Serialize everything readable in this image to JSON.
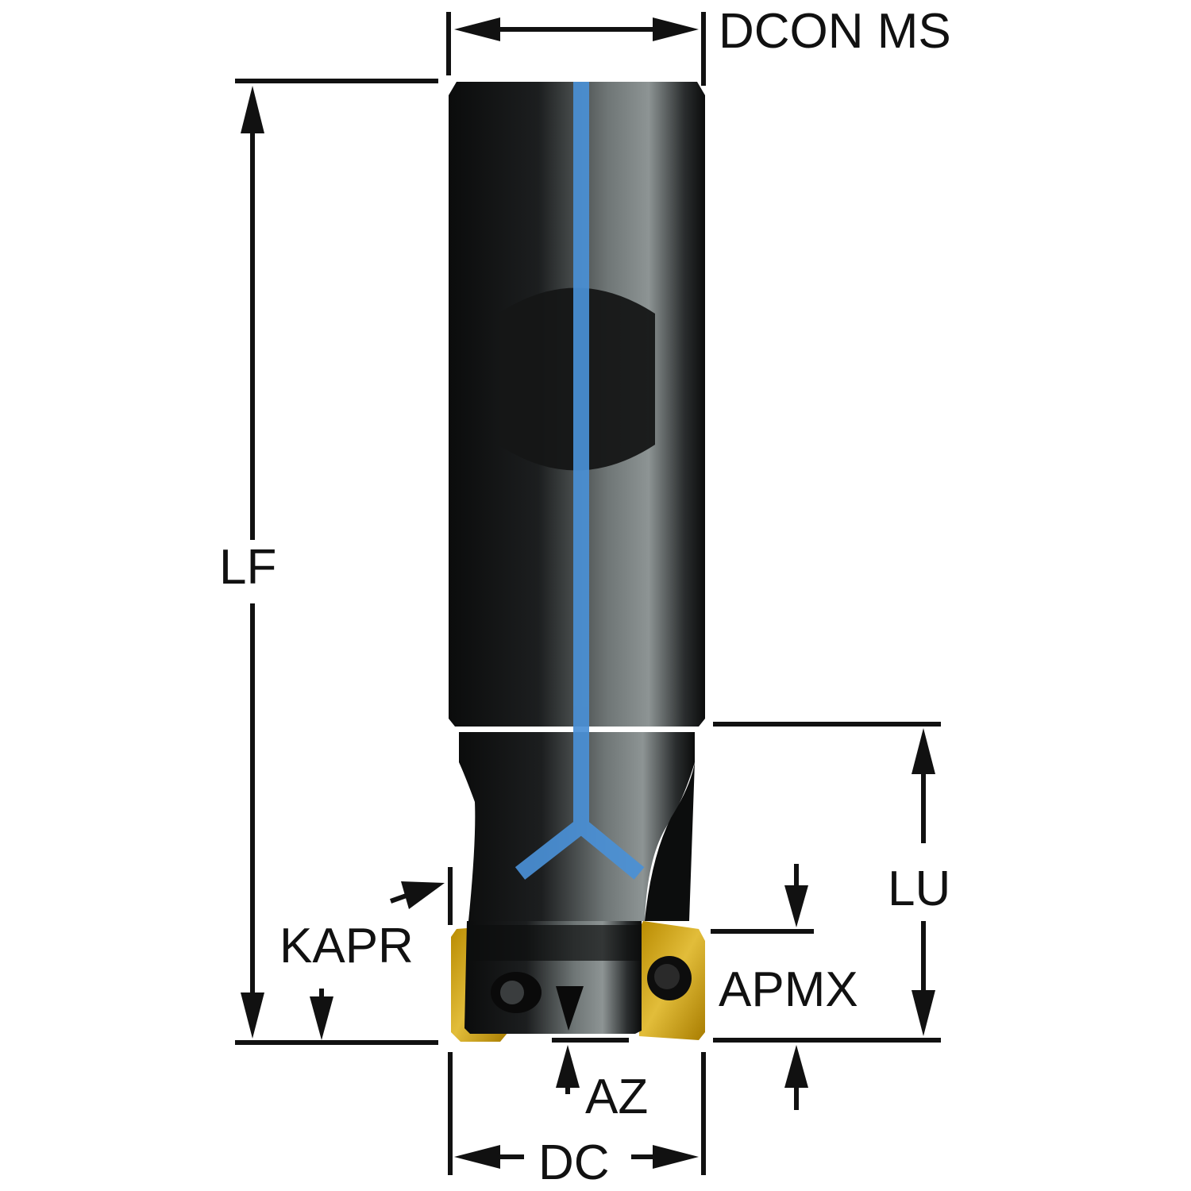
{
  "labels": {
    "dcon": "DCON MS",
    "lf": "LF",
    "lu": "LU",
    "kapr": "KAPR",
    "apmx": "APMX",
    "az": "AZ",
    "dc": "DC"
  },
  "colors": {
    "coolant": "#4a90d6",
    "insert": "#d9a800",
    "body": "#1a1c1d",
    "lines": "#111111"
  }
}
